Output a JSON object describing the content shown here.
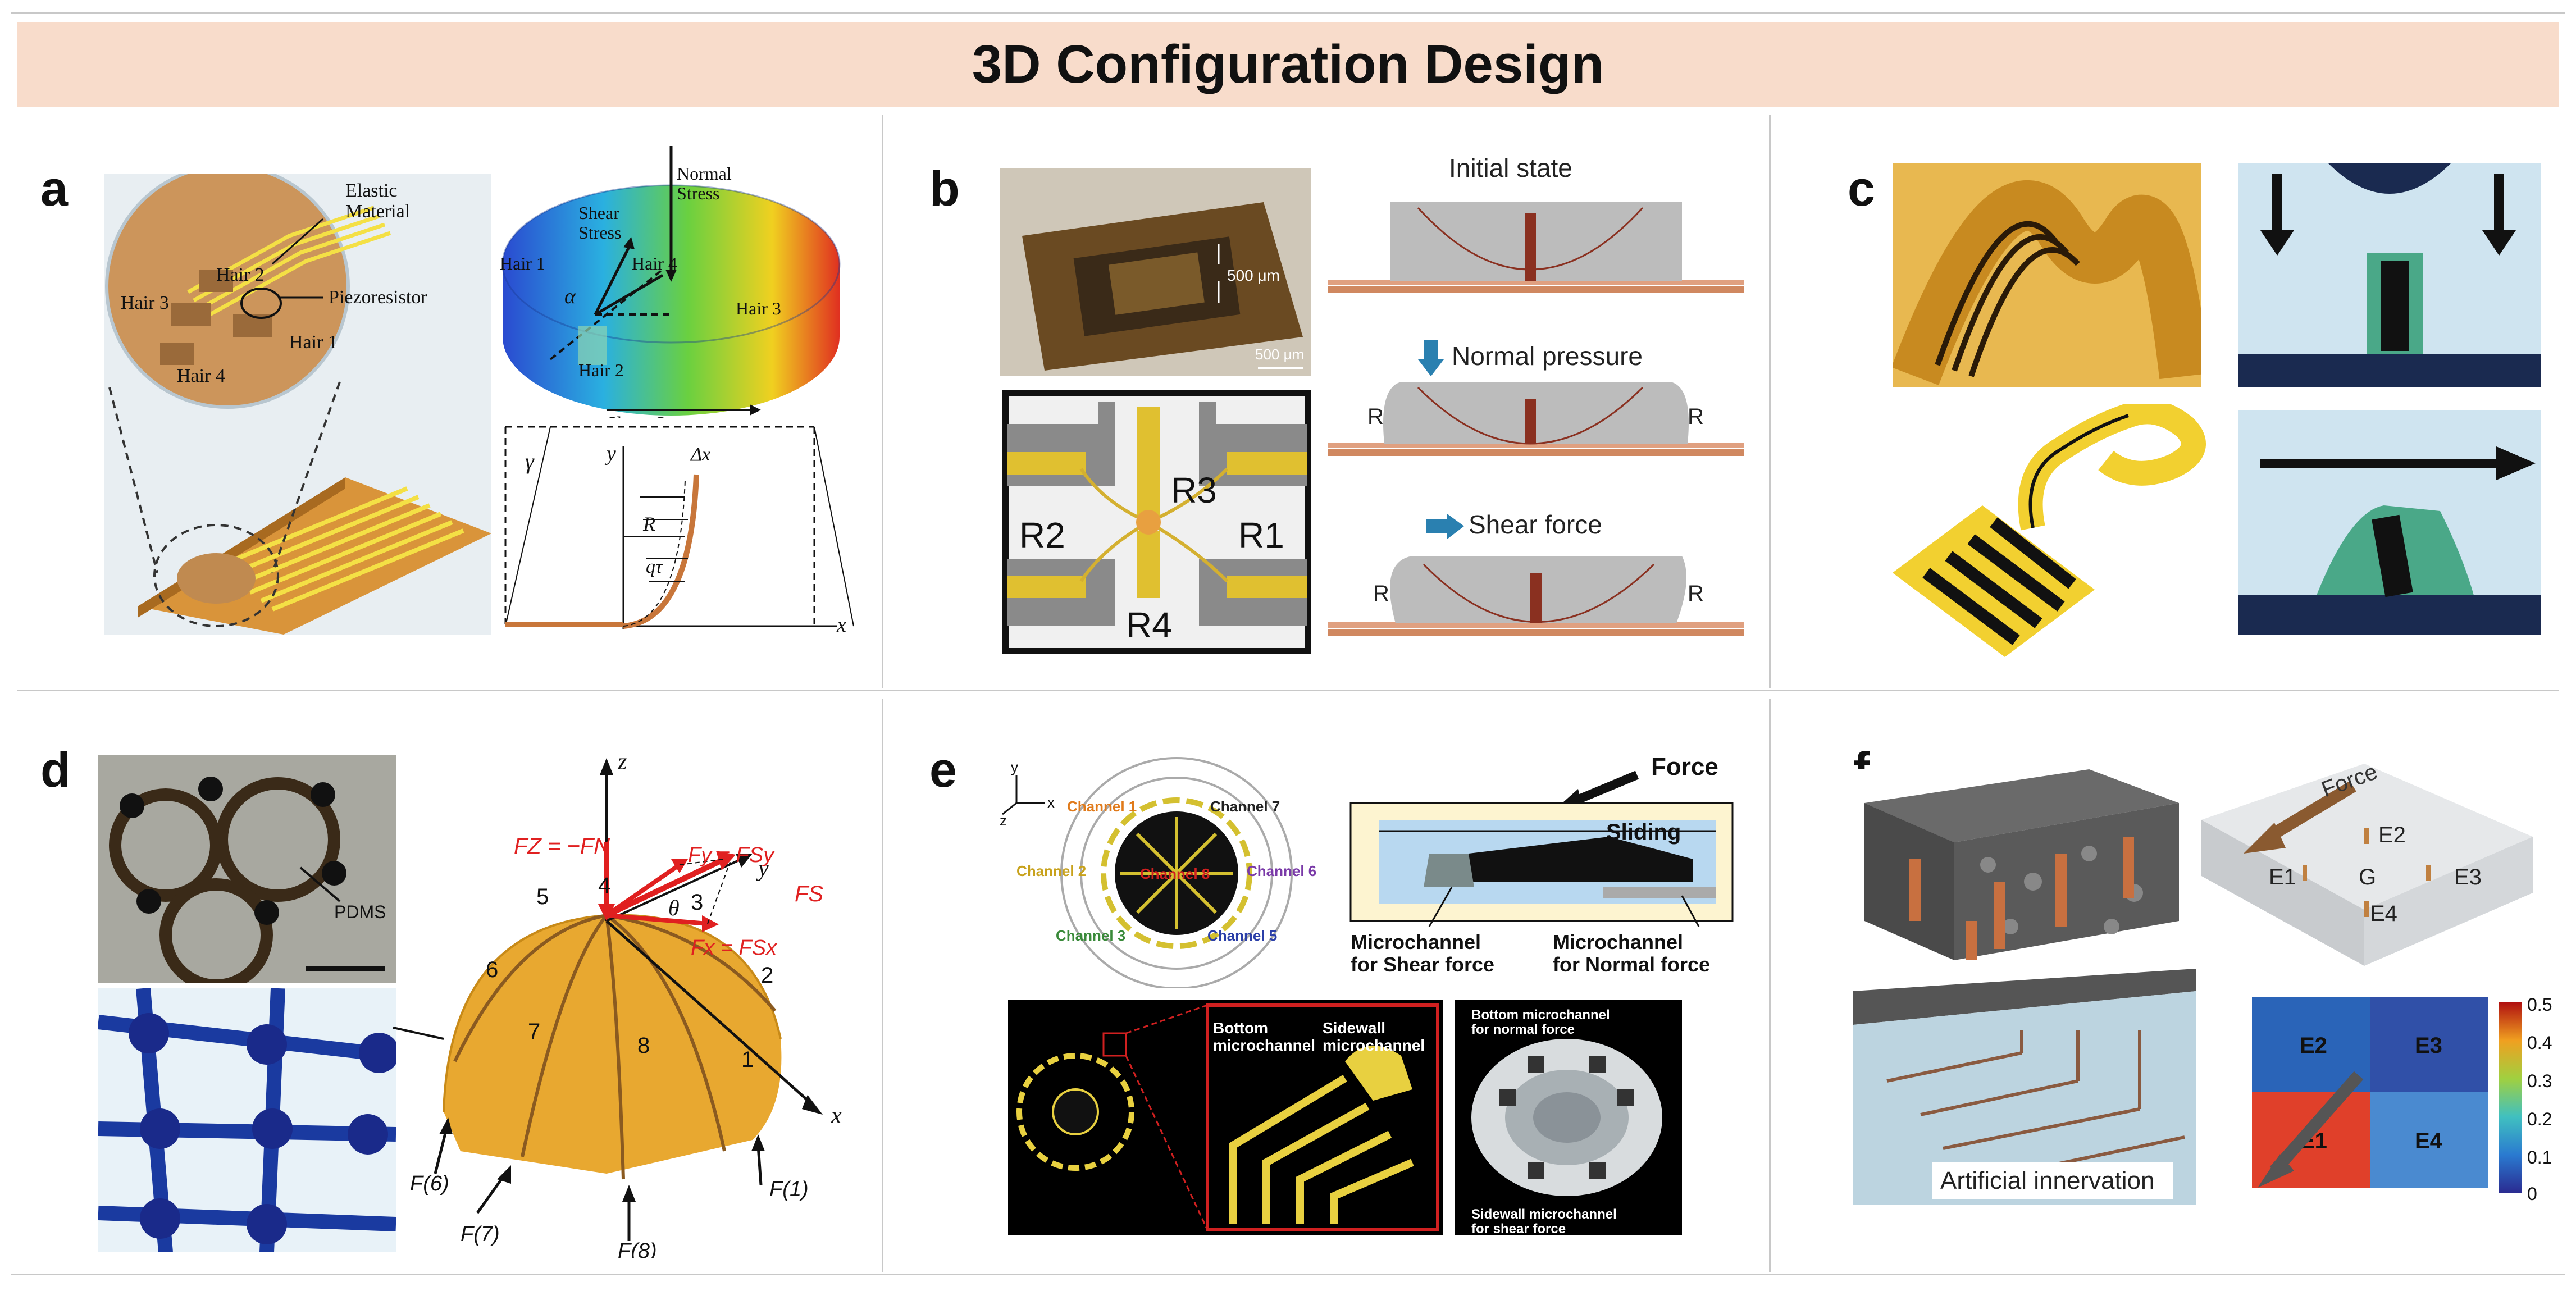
{
  "header": {
    "title": "3D Configuration Design"
  },
  "panels": {
    "a": {
      "label": "a",
      "callouts": {
        "elastic": "Elastic\nMaterial",
        "piezoresistor": "Piezoresistor",
        "hair1": "Hair 1",
        "hair2": "Hair 2",
        "hair3": "Hair 3",
        "hair4": "Hair 4"
      },
      "sim": {
        "normal_stress": "Normal\nStress",
        "shear_stress_inner": "Shear\nStress",
        "alpha": "α",
        "hair1": "Hair 1",
        "hair2": "Hair 2",
        "hair3": "Hair 3",
        "hair4": "Hair 4",
        "shear_stress": "Shear Stress"
      },
      "plot": {
        "gamma": "γ",
        "y": "y",
        "x": "x",
        "R": "R",
        "dx": "Δx",
        "q": "qτ"
      }
    },
    "b": {
      "label": "b",
      "photo": {
        "scale1": "500 μm",
        "scale2": "500 μm"
      },
      "resistors": {
        "r1": "R1",
        "r2": "R2",
        "r3": "R3",
        "r4": "R4"
      },
      "states": {
        "initial": "Initial state",
        "normal": "Normal pressure",
        "shear": "Shear force",
        "r": "R"
      }
    },
    "c": {
      "label": "c"
    },
    "d": {
      "label": "d",
      "photo_label": "PDMS",
      "dome": {
        "fz": "FZ = −FN",
        "fy": "Fy = FSy",
        "fx": "Fx = FSx",
        "fs": "FS",
        "theta": "θ",
        "z": "z",
        "y": "y",
        "x": "x",
        "segments": [
          "1",
          "2",
          "3",
          "4",
          "5",
          "6",
          "7",
          "8"
        ],
        "f1": "F(1)",
        "f6": "F(6)",
        "f7": "F(7)",
        "f8": "F(8)"
      }
    },
    "e": {
      "label": "e",
      "channels": {
        "c1": "Channel 1",
        "c2": "Channel 2",
        "c3": "Channel 3",
        "c5": "Channel 5",
        "c6": "Channel 6",
        "c7": "Channel 7",
        "c8": "Channel 8"
      },
      "channel_colors": {
        "c1": "#e07a1a",
        "c2": "#c8a21c",
        "c3": "#3a8a3a",
        "c5": "#2b3fa8",
        "c6": "#7a3aa8",
        "c7": "#222222",
        "c8": "#d02020"
      },
      "axes": {
        "x": "x",
        "y": "y",
        "z": "z"
      },
      "slide": {
        "force": "Force",
        "sliding": "Sliding",
        "mc_shear": "Microchannel\nfor Shear force",
        "mc_normal": "Microchannel\nfor Normal force"
      },
      "photo": {
        "bottom": "Bottom\nmicrochannel",
        "sidewall": "Sidewall\nmicrochannel",
        "bottom_normal": "Bottom microchannel\nfor normal force",
        "sidewall_shear": "Sidewall microchannel\nfor shear force"
      }
    },
    "f": {
      "label": "f",
      "force": "Force",
      "electrodes": {
        "e1": "E1",
        "e2": "E2",
        "e3": "E3",
        "e4": "E4",
        "g": "G"
      },
      "innervation": "Artificial innervation",
      "heatmap": {
        "cells": [
          "E2",
          "E3",
          "E1",
          "E4"
        ],
        "colorbar_ticks": [
          "0.5",
          "0.4",
          "0.3",
          "0.2",
          "0.1",
          "0"
        ]
      }
    }
  }
}
